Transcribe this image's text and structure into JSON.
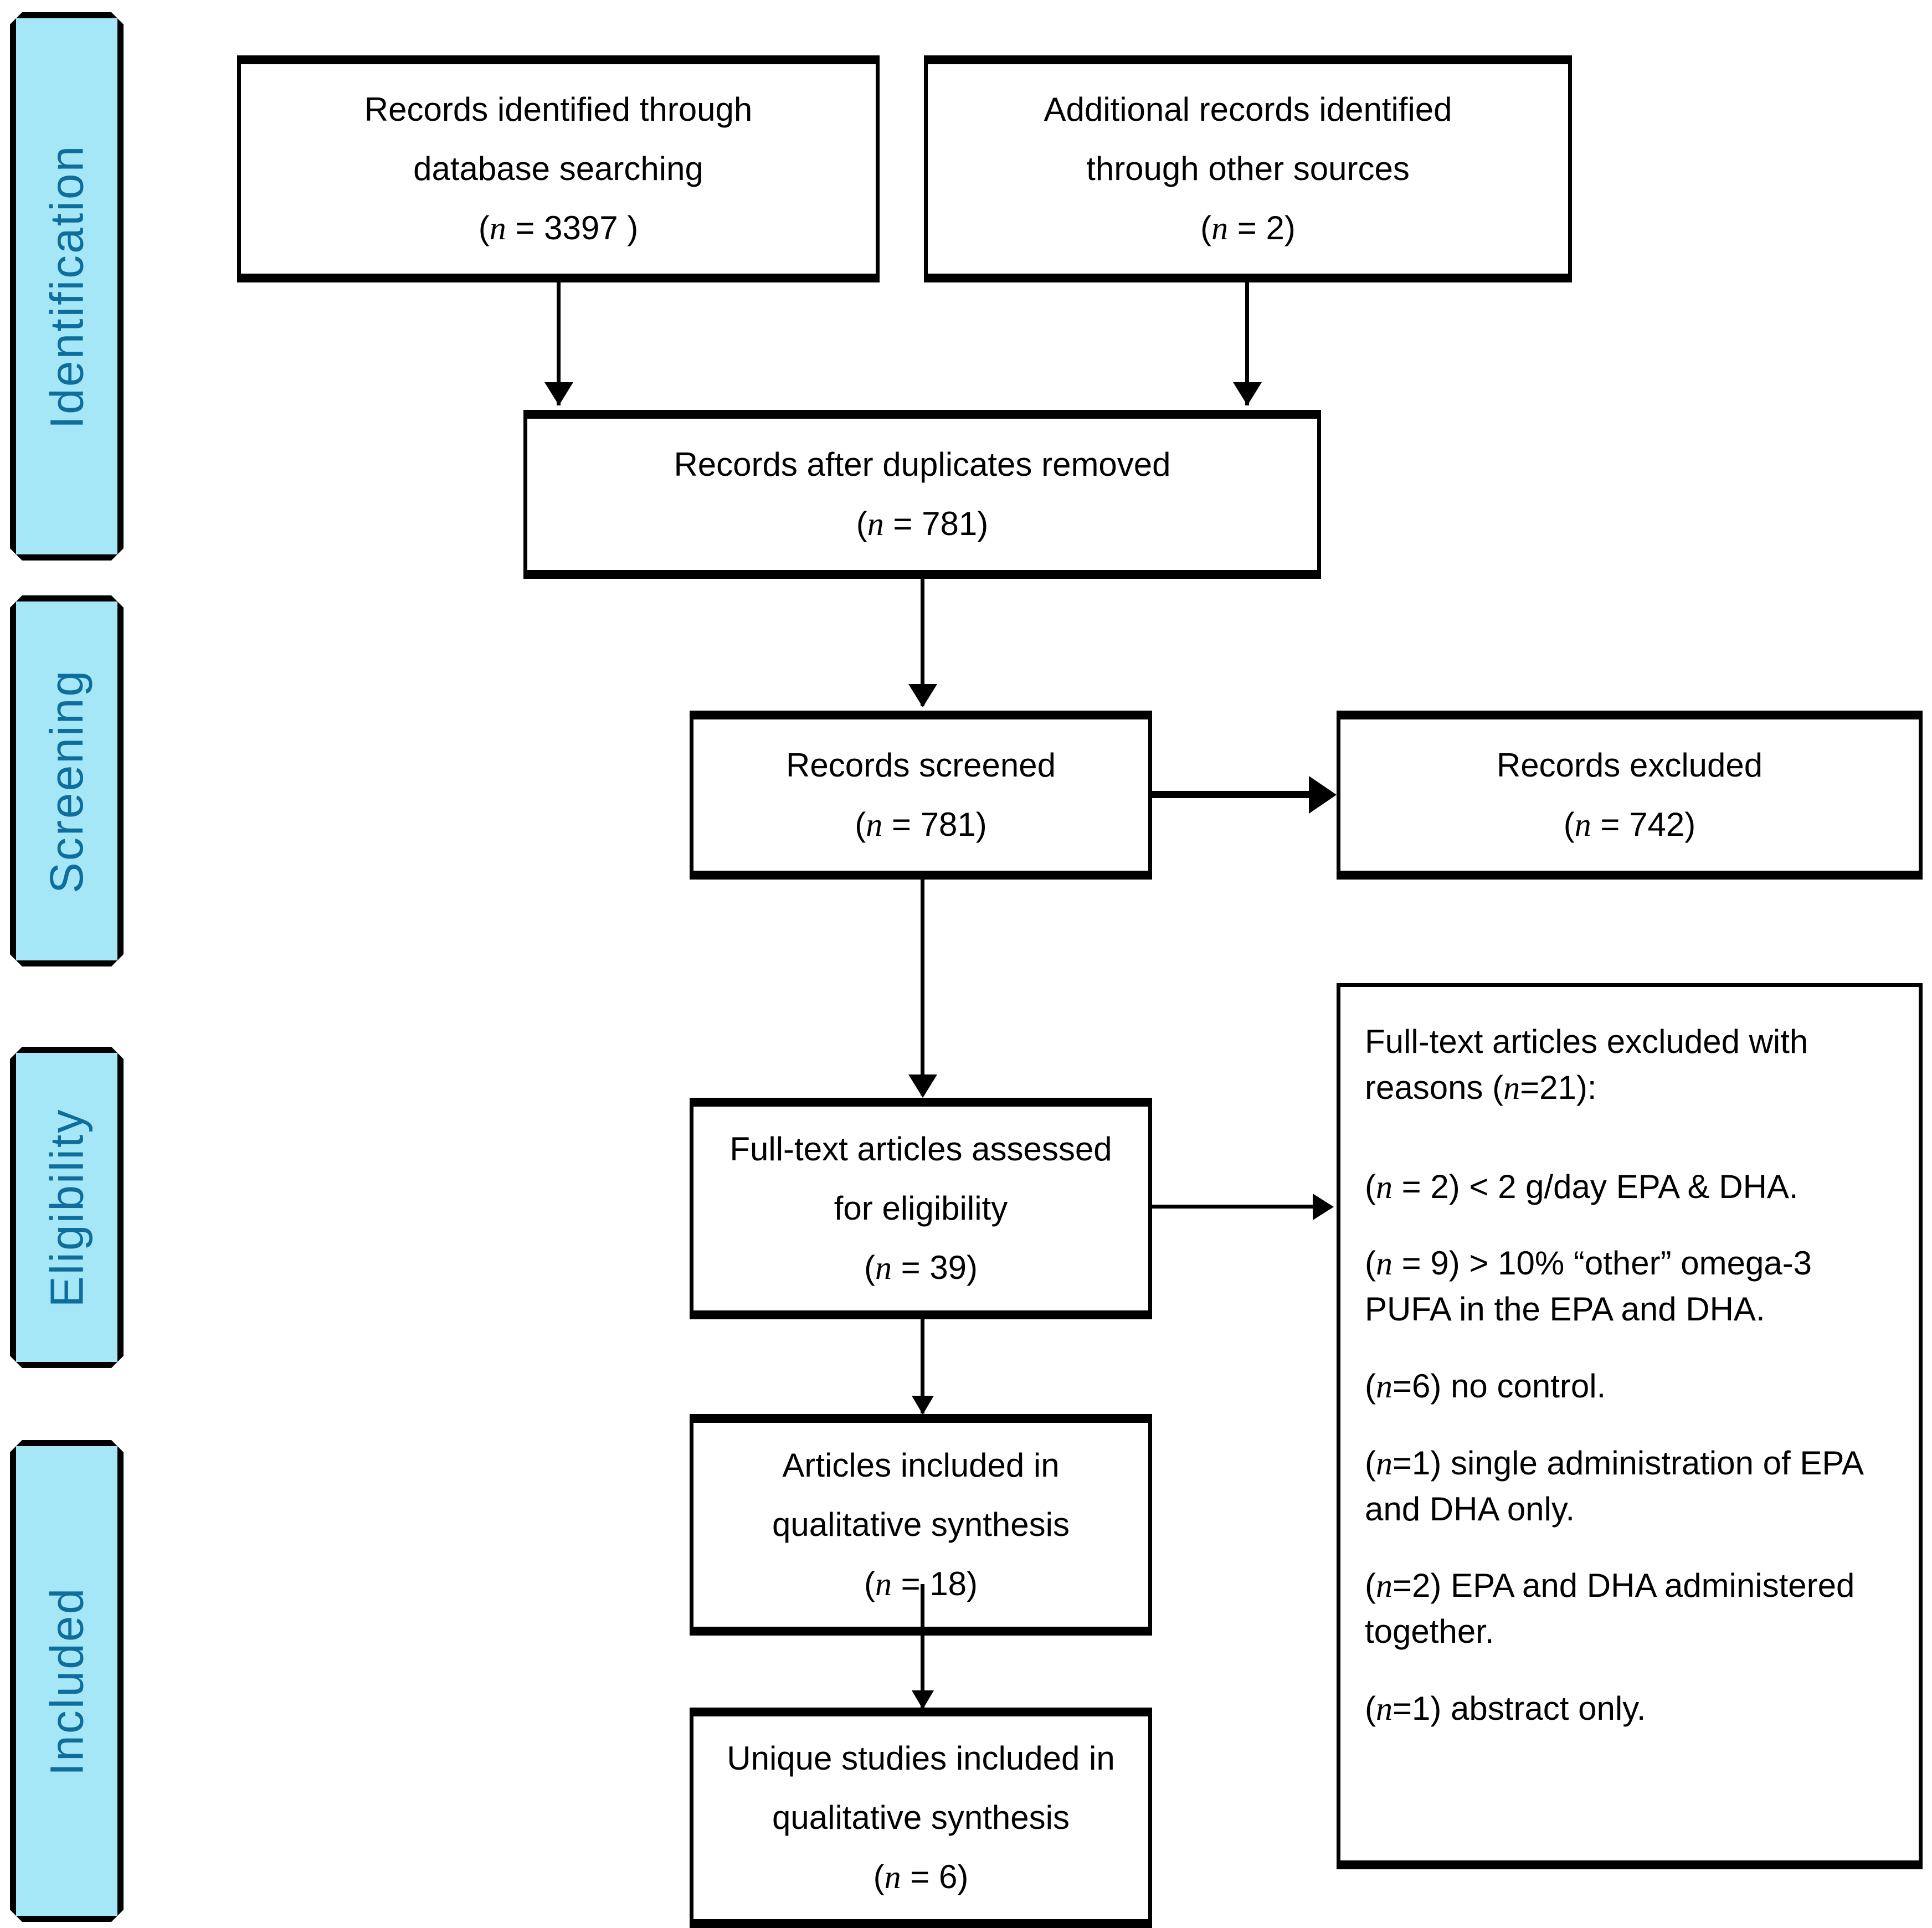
{
  "diagram": {
    "title": "PRISMA flow diagram",
    "colors": {
      "stage_tab_fill": "#a6e7f7",
      "stage_tab_border": "#000000",
      "stage_label_text": "#0d6e9e",
      "box_border": "#000000",
      "box_fill": "#ffffff",
      "text": "#000000"
    }
  },
  "stages": [
    {
      "label": "Identification"
    },
    {
      "label": "Screening"
    },
    {
      "label": "Eligibility"
    },
    {
      "label": "Included"
    }
  ],
  "boxes": {
    "db_search": {
      "line1": "Records identified through",
      "line2": "database searching",
      "count_prefix": "(",
      "count_label": "n",
      "count_value": " = 3397 )"
    },
    "other_sources": {
      "line1": "Additional records identified",
      "line2": "through other sources",
      "count_prefix": "(",
      "count_label": "n",
      "count_value": " = 2)"
    },
    "duplicates_removed": {
      "line1": "Records after duplicates removed",
      "count_prefix": "(",
      "count_label": "n",
      "count_value": " = 781)"
    },
    "records_screened": {
      "line1": "Records screened",
      "count_prefix": "(",
      "count_label": "n",
      "count_value": " = 781)"
    },
    "records_excluded": {
      "line1": "Records excluded",
      "count_prefix": "(",
      "count_label": "n",
      "count_value": " = 742)"
    },
    "fulltext_assessed": {
      "line1": "Full-text articles assessed",
      "line2": "for eligibility",
      "count_prefix": "(",
      "count_label": "n",
      "count_value": " = 39)"
    },
    "articles_included": {
      "line1": "Articles included in",
      "line2": "qualitative synthesis",
      "count_prefix": "(",
      "count_label": "n",
      "count_value": " = 18)"
    },
    "unique_studies": {
      "line1": "Unique studies included in",
      "line2": "qualitative synthesis",
      "count_prefix": "(",
      "count_label": "n",
      "count_value": " = 6)"
    },
    "excluded_reasons": {
      "heading_before": "Full-text articles excluded with reasons (",
      "heading_n": "n",
      "heading_after": "=21):",
      "reasons": [
        {
          "before": "(",
          "n": "n",
          "after": " = 2) < 2 g/day EPA & DHA."
        },
        {
          "before": "(",
          "n": "n",
          "after": " = 9) > 10% “other” omega-3 PUFA in the EPA and DHA."
        },
        {
          "before": "(",
          "n": "n",
          "after": "=6) no control."
        },
        {
          "before": "(",
          "n": "n",
          "after": "=1) single administration of EPA and DHA only."
        },
        {
          "before": "(",
          "n": "n",
          "after": "=2) EPA and DHA administered together."
        },
        {
          "before": "(",
          "n": "n",
          "after": "=1) abstract only."
        }
      ]
    }
  }
}
